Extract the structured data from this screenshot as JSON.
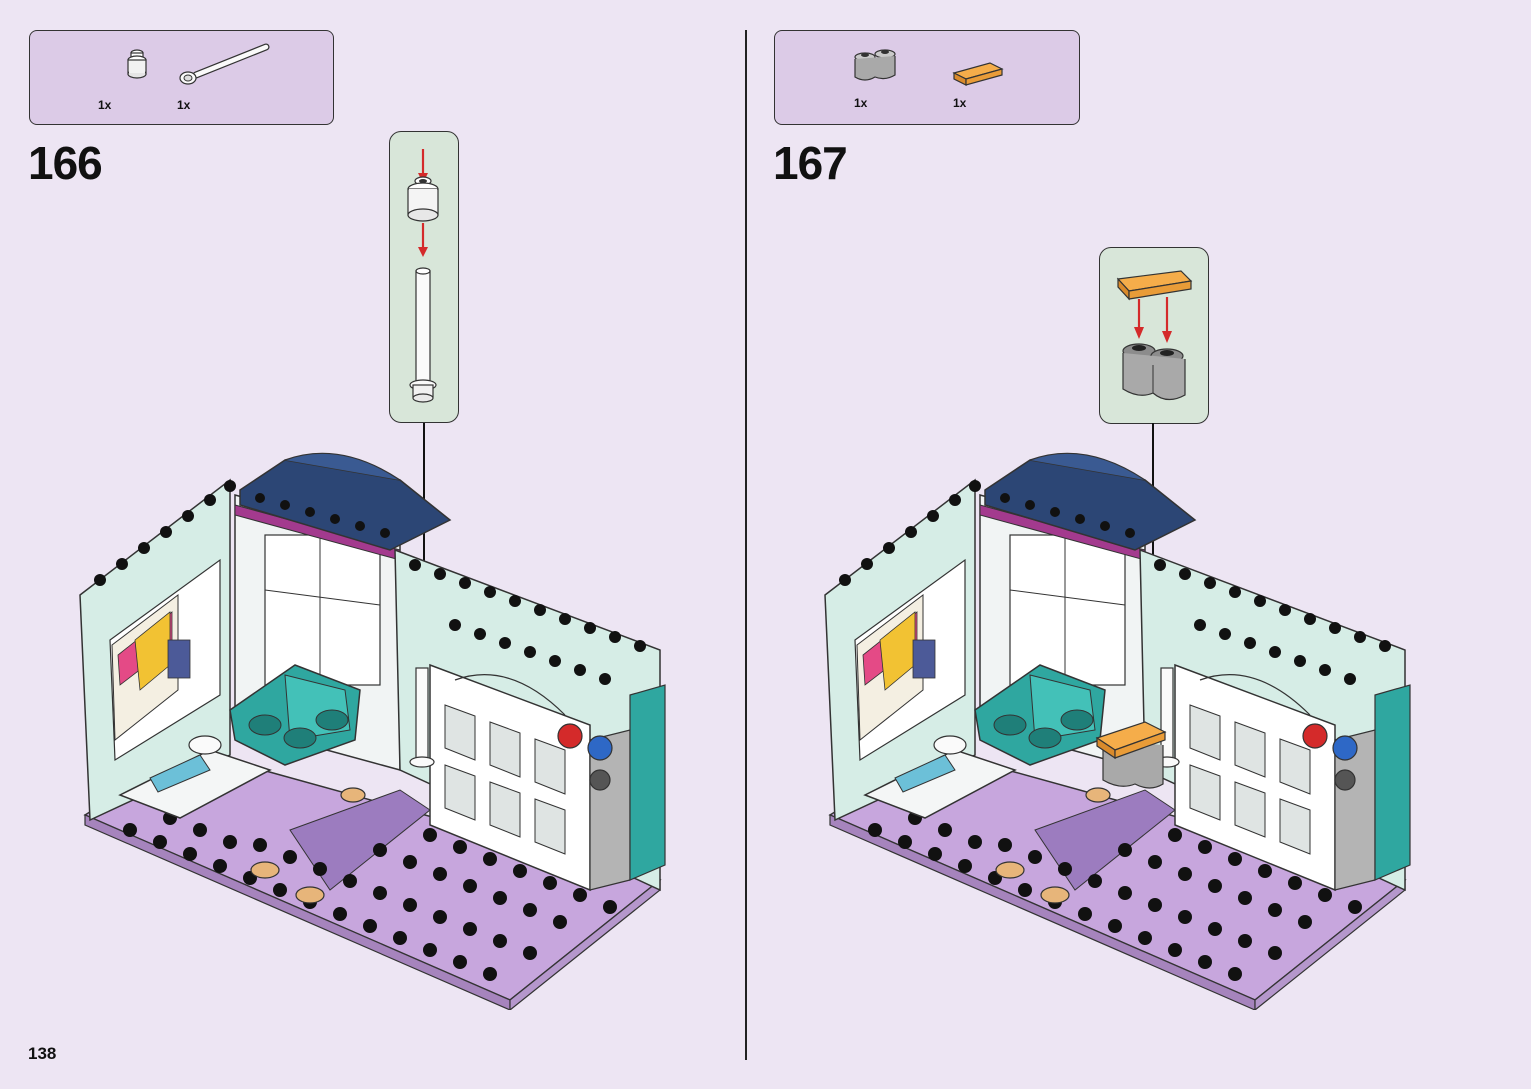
{
  "page": {
    "number": "138"
  },
  "steps": [
    {
      "number": "166",
      "parts": [
        {
          "icon": "round-brick-icon",
          "qty": "1x",
          "color": "#f2f2f2"
        },
        {
          "icon": "bar-icon",
          "qty": "1x",
          "color": "#f2f2f2"
        }
      ]
    },
    {
      "number": "167",
      "parts": [
        {
          "icon": "double-round-brick-icon",
          "qty": "1x",
          "color": "#a9a9a9"
        },
        {
          "icon": "tile-icon",
          "qty": "1x",
          "color": "#f5ad4a"
        }
      ]
    }
  ],
  "colors": {
    "background": "#ede5f3",
    "parts_box": "#dccbe7",
    "callout": "#d8e6d9",
    "arrow": "#d42a2a",
    "baseplate": "#c7a6dd",
    "wall": "#d6ede6",
    "teal": "#2fa7a0",
    "navy": "#2c4675"
  }
}
